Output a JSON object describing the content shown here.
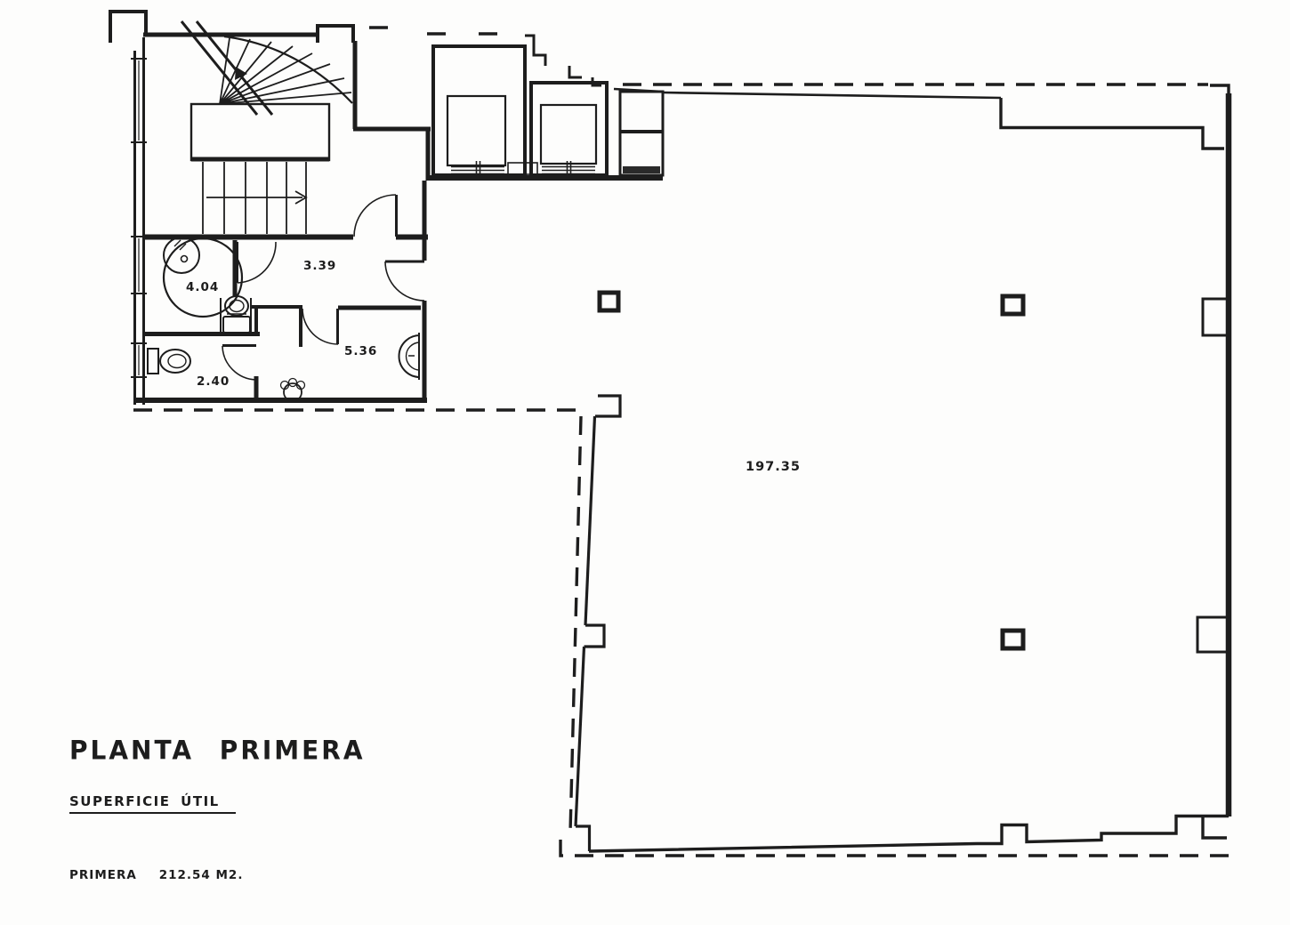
{
  "document": {
    "type": "architectural-floor-plan",
    "title": "PLANTA PRIMERA",
    "legend_heading": "SUPERFICIE ÚTIL",
    "area_row": {
      "floor_label": "PRIMERA",
      "area_value": "212.54 M2."
    }
  },
  "room_labels": {
    "corridor": "3.39",
    "bathroom": "4.04",
    "aseo": "5.36",
    "wc": "2.40",
    "main_space": "197.35"
  },
  "colors": {
    "ink": "#1d1d1d",
    "paper": "#fdfdfc"
  }
}
